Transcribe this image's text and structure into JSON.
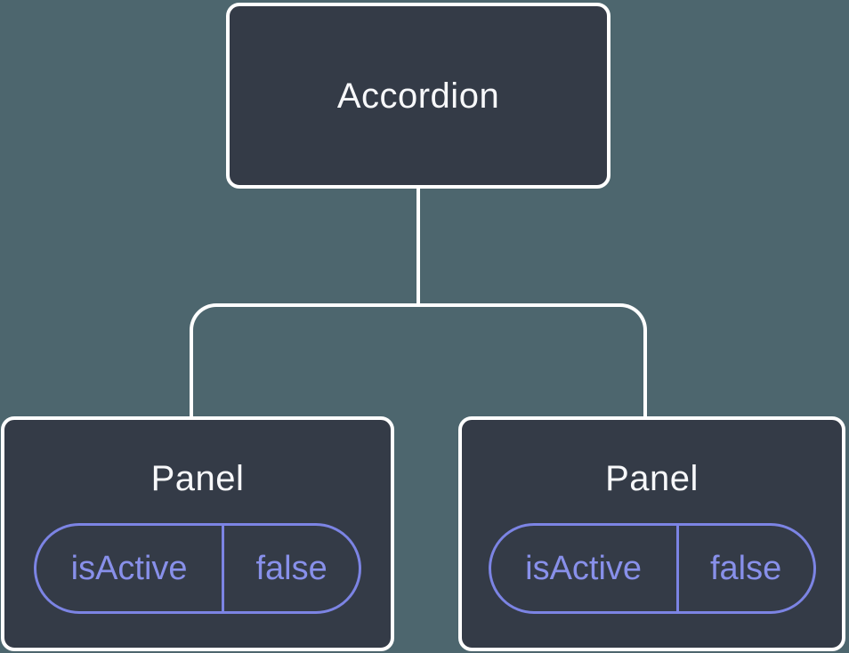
{
  "diagram": {
    "type": "component-tree",
    "root": {
      "label": "Accordion"
    },
    "children": [
      {
        "label": "Panel",
        "state": {
          "key": "isActive",
          "value": "false"
        }
      },
      {
        "label": "Panel",
        "state": {
          "key": "isActive",
          "value": "false"
        }
      }
    ]
  },
  "colors": {
    "background": "#4d666e",
    "node_fill": "#343b47",
    "node_border": "#ffffff",
    "node_text": "#f7f8fa",
    "state_accent": "#8890ea",
    "state_border": "#7c84e4",
    "connector": "#ffffff"
  }
}
